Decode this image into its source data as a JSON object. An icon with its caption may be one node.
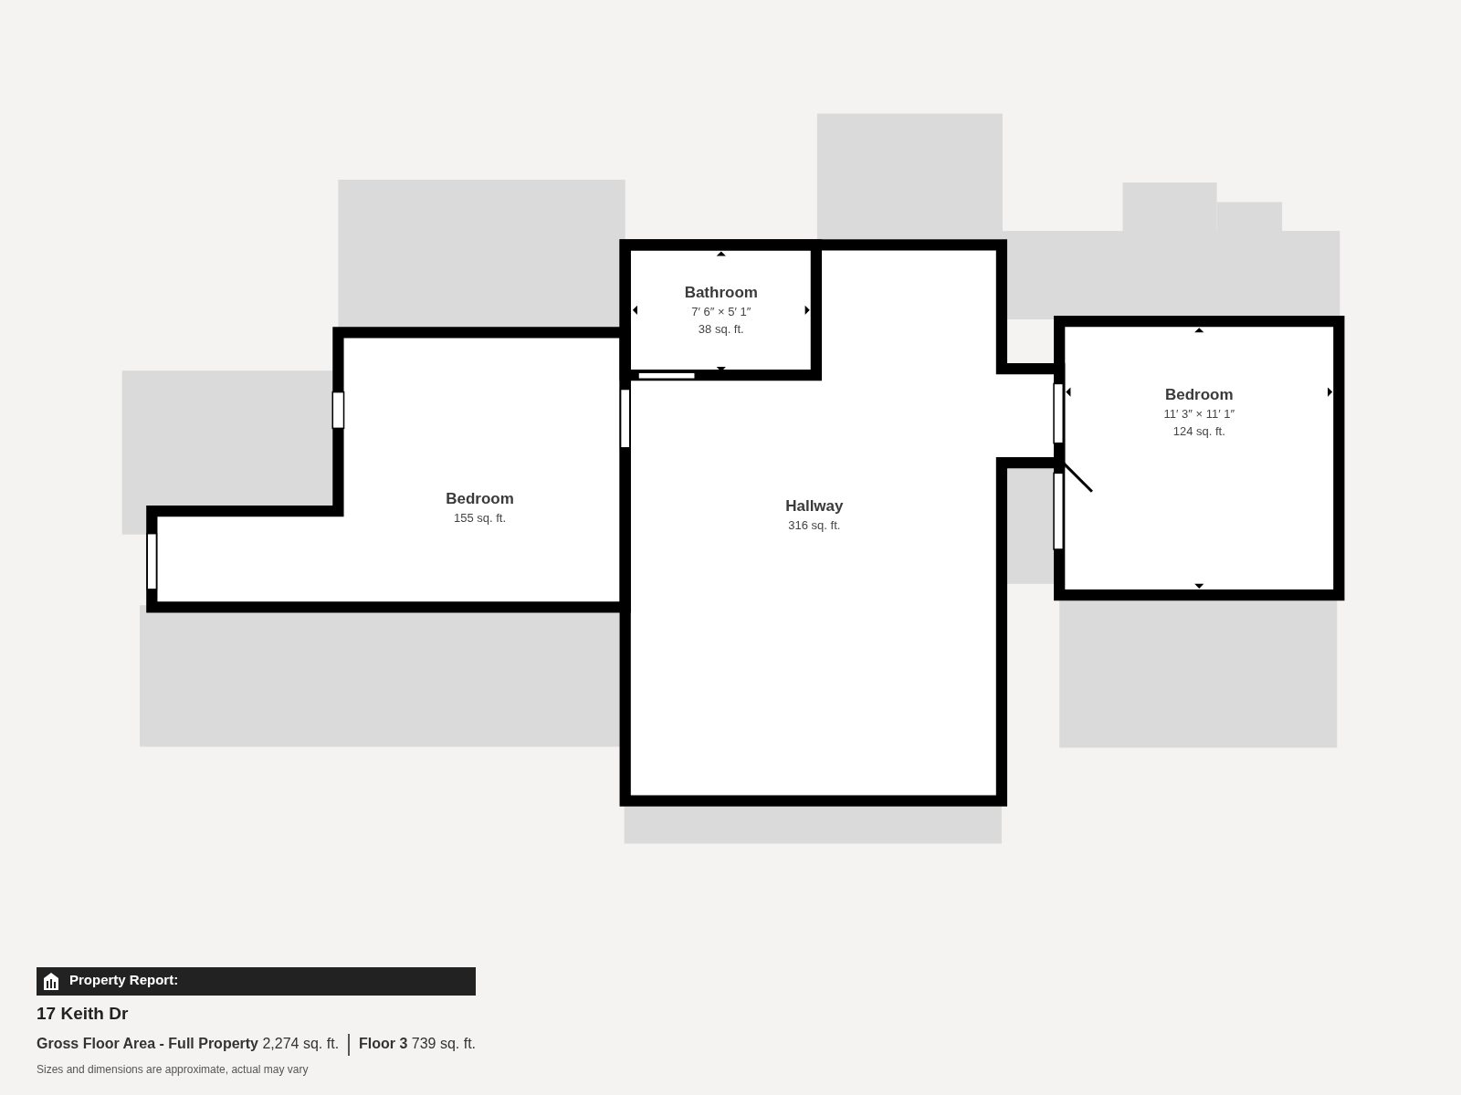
{
  "diagram": {
    "nodes": [
      {
        "text": [
          "Bathroom",
          "7′ 6″ × 5′ 1″",
          "38 sq. ft."
        ]
      },
      {
        "text": [
          "Bedroom",
          "155 sq. ft."
        ]
      },
      {
        "text": [
          "Hallway",
          "316 sq. ft."
        ]
      },
      {
        "text": [
          "Bedroom",
          "11′ 3″ × 11′ 1″",
          "124 sq. ft."
        ]
      }
    ],
    "labels": [
      "Property Report:",
      "17 Keith Dr",
      "**Gross Floor Area - Full Property** 2,274 sq. ft.",
      "**Floor 3** 739 sq. ft.",
      "Sizes and dimensions are approximate, actual may vary"
    ]
  }
}
